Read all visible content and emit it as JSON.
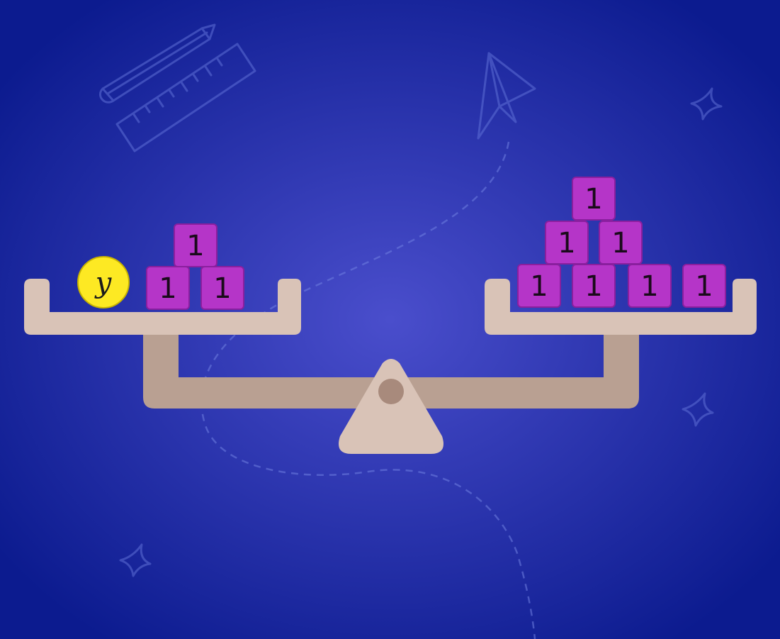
{
  "colors": {
    "background_center": "#4a4ecc",
    "background_edge": "#0c1b8f",
    "beam": "#b9a092",
    "pan": "#d9c3b7",
    "fulcrum": "#d9c3b7",
    "pivot": "#a88a7c",
    "block_fill": "#b535c8",
    "block_stroke": "#8a1f9e",
    "variable_fill": "#fde923",
    "variable_stroke": "#c9b400"
  },
  "left_pan": {
    "variable_label": "y",
    "blocks": [
      "1",
      "1",
      "1"
    ]
  },
  "right_pan": {
    "blocks": [
      "1",
      "1",
      "1",
      "1",
      "1",
      "1",
      "1"
    ]
  },
  "decorations": [
    "pencil-icon",
    "ruler-icon",
    "paper-plane-icon",
    "sparkle-icon",
    "sparkle-icon",
    "sparkle-icon"
  ]
}
